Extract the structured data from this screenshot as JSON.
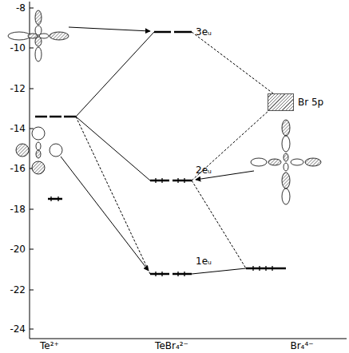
{
  "diagram": {
    "nodes": [
      {
        "text": [
          "Br 5p"
        ]
      }
    ],
    "labels": [
      "-8",
      "-10",
      "-12",
      "-14",
      "-16",
      "-18",
      "-20",
      "-22",
      "-24",
      "Te²⁺",
      "TeBr₄²⁻",
      "Br₄⁴⁻",
      "3eᵤ",
      "2eᵤ",
      "1eᵤ"
    ]
  }
}
